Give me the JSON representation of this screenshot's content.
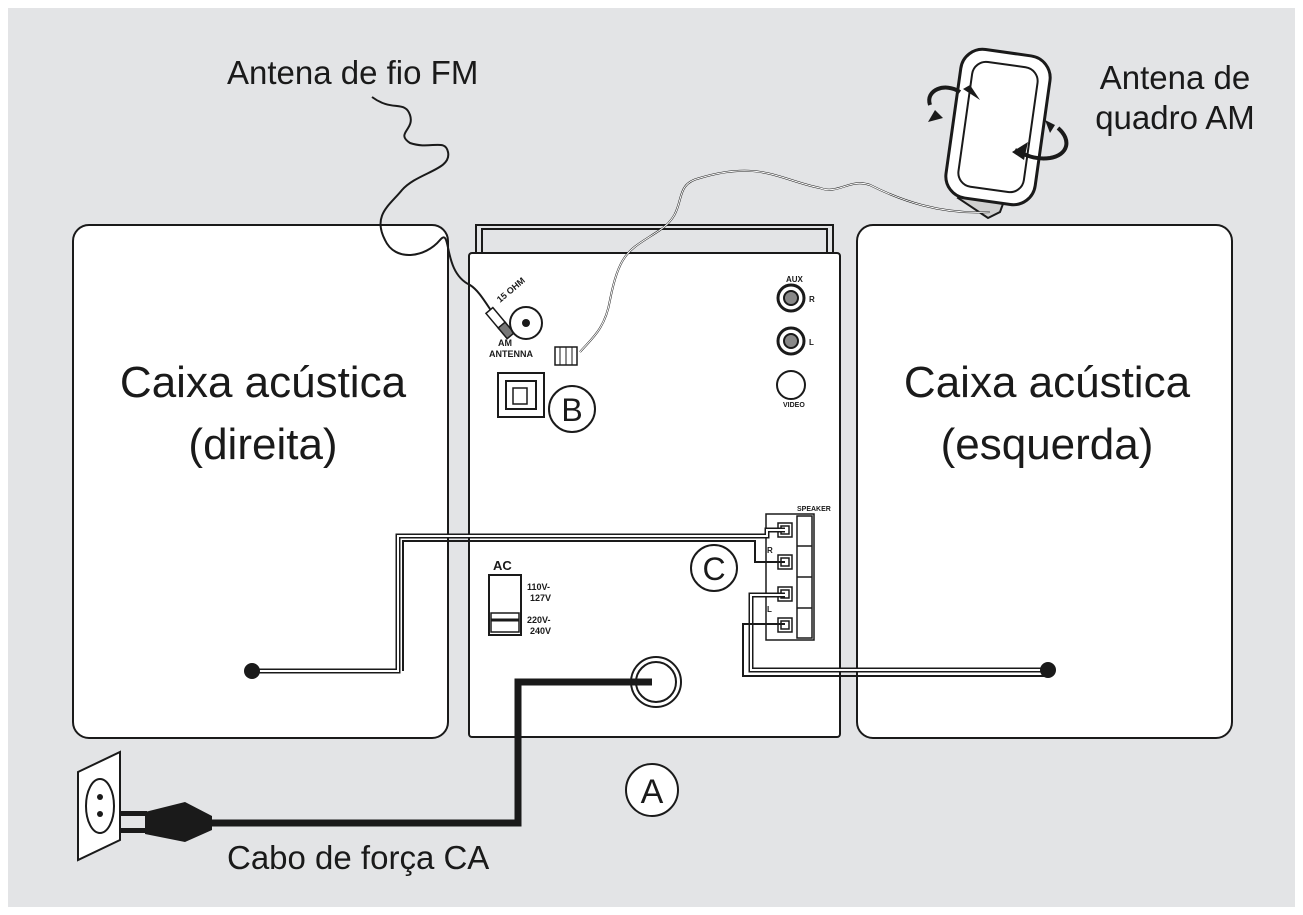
{
  "labels": {
    "fm_antenna": "Antena de fio FM",
    "am_antenna": [
      "Antena de",
      "quadro AM"
    ],
    "speaker_right": [
      "Caixa acústica",
      "(direita)"
    ],
    "speaker_left": [
      "Caixa acústica",
      "(esquerda)"
    ],
    "power_cord": "Cabo de força CA"
  },
  "callouts": {
    "a": "A",
    "b": "B",
    "c": "C"
  },
  "panel": {
    "ohm": "15 OHM",
    "am": "AM",
    "antenna": "ANTENNA",
    "aux": "AUX",
    "aux_r": "R",
    "aux_l": "L",
    "video": "VIDEO",
    "speaker": "SPEAKER",
    "spk_r": "R",
    "spk_l": "L",
    "ac": "AC",
    "v1a": "110V-",
    "v1b": "127V",
    "v2a": "220V-",
    "v2b": "240V"
  },
  "colors": {
    "background": "#e3e4e6",
    "box_fill": "#ffffff",
    "stroke": "#1a1a1a"
  }
}
